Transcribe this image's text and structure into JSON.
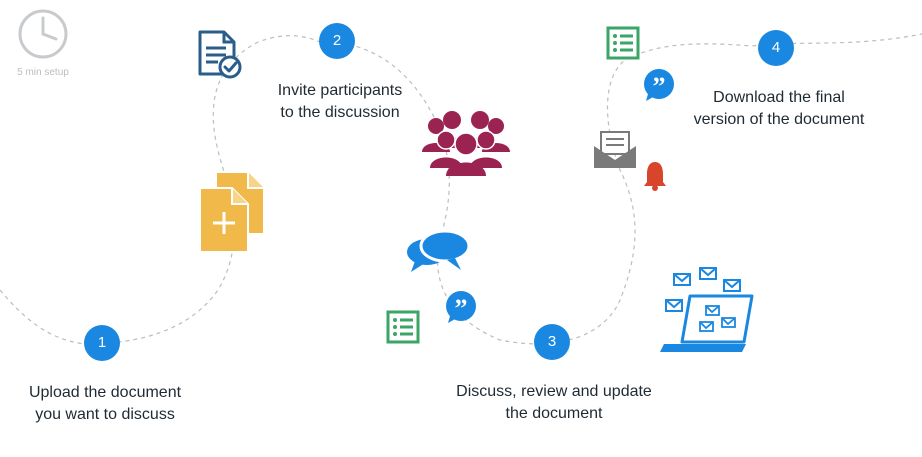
{
  "setup": {
    "label": "5 min setup",
    "icon": "clock-icon"
  },
  "steps": [
    {
      "number": "1",
      "line1": "Upload the document",
      "line2": "you want to discuss"
    },
    {
      "number": "2",
      "line1": "Invite participants",
      "line2": "to the discussion"
    },
    {
      "number": "3",
      "line1": "Discuss, review and update",
      "line2": "the document"
    },
    {
      "number": "4",
      "line1": "Download the final",
      "line2": "version of the document"
    }
  ],
  "colors": {
    "step_blue": "#1a88e0",
    "path_gray": "#bdbdbd",
    "doc_navy": "#2a5d8a",
    "doc_yellow": "#f0b94a",
    "people_maroon": "#9b2352",
    "bubble_blue": "#1a88e0",
    "checklist_green": "#3aa565",
    "envelope_gray": "#7a7a7a",
    "bell_red": "#d8452b"
  }
}
